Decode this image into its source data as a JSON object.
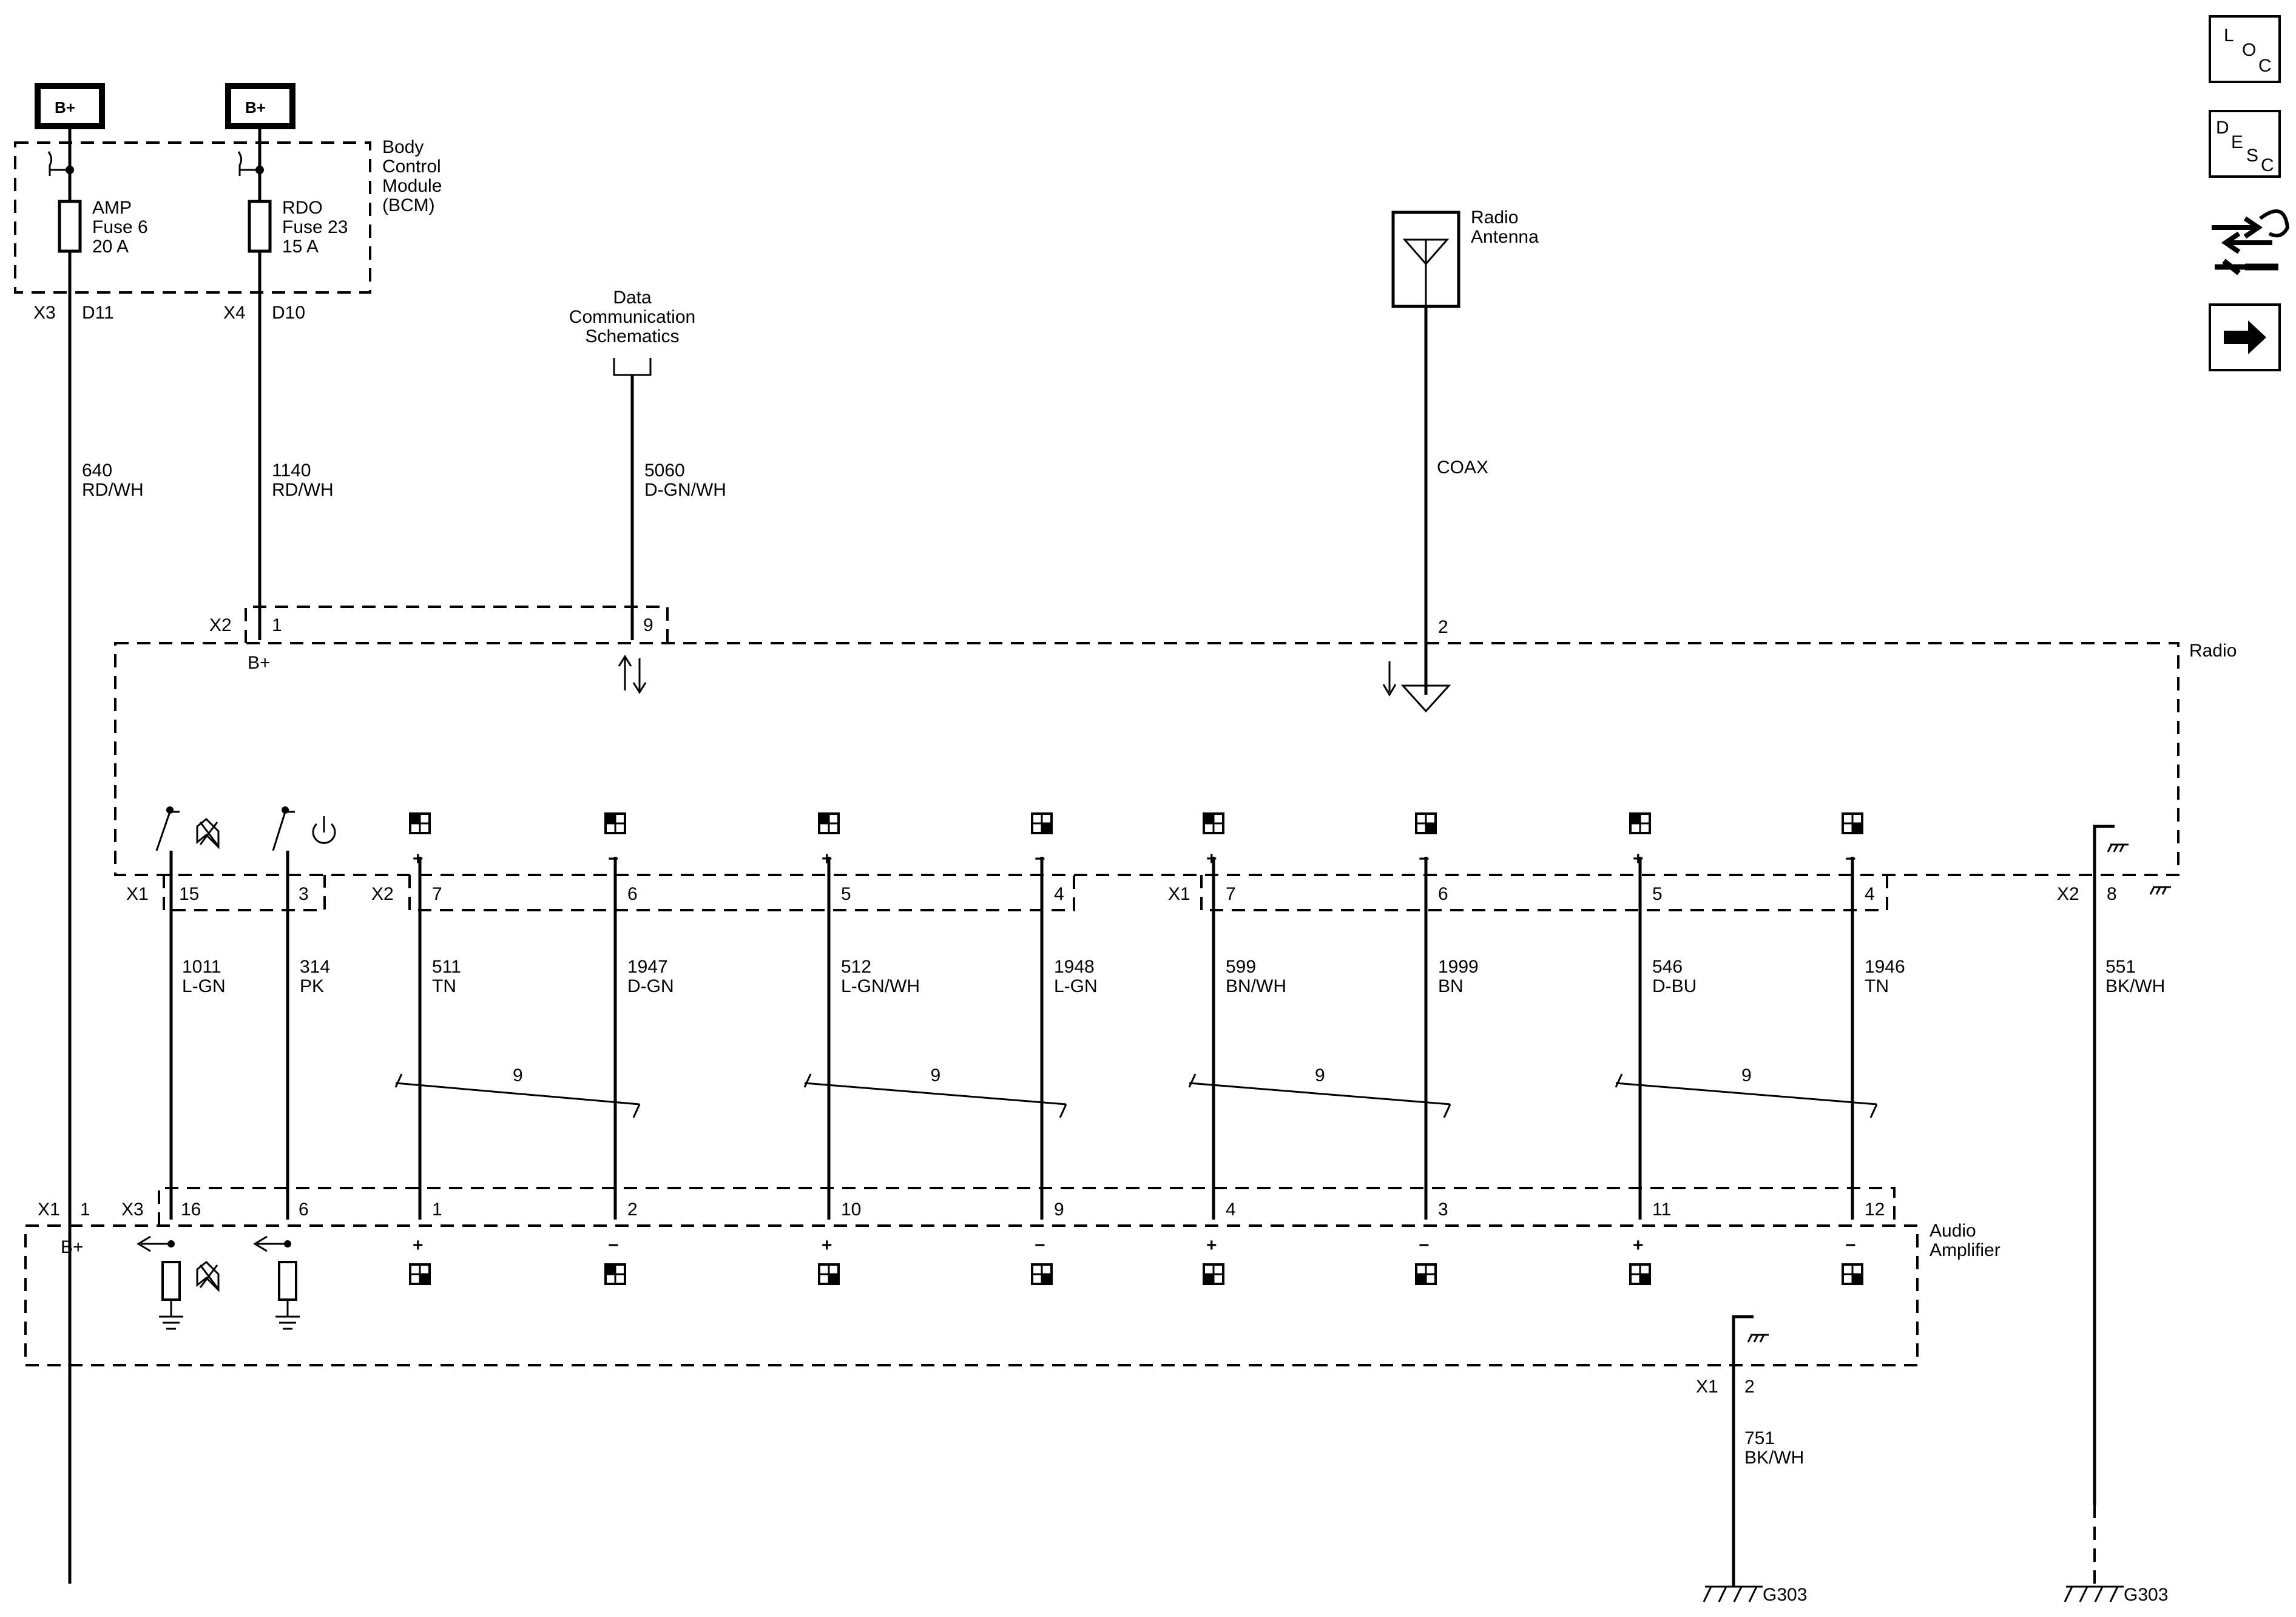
{
  "nav": {
    "loc": [
      "L",
      "O",
      "C"
    ],
    "desc": [
      "D",
      "E",
      "S",
      "C"
    ],
    "swap_icon": "exchange-arrows-icon",
    "next_icon": "right-arrow-icon"
  },
  "supply": {
    "label": "B+",
    "bcm": [
      "Body",
      "Control",
      "Module",
      "(BCM)"
    ],
    "fuse_amp": [
      "AMP",
      "Fuse 6",
      "20 A"
    ],
    "fuse_rdo": [
      "RDO",
      "Fuse 23",
      "15 A"
    ],
    "x3": "X3",
    "d11": "D11",
    "x4": "X4",
    "d10": "D10",
    "wire640": [
      "640",
      "RD/WH"
    ],
    "wire1140": [
      "1140",
      "RD/WH"
    ]
  },
  "datacomm": {
    "title": [
      "Data",
      "Communication",
      "Schematics"
    ],
    "wire": [
      "5060",
      "D-GN/WH"
    ]
  },
  "antenna": {
    "title": [
      "Radio",
      "Antenna"
    ],
    "coax": "COAX",
    "pin": "2"
  },
  "radio": {
    "title": "Radio",
    "x2": "X2",
    "pin1": "1",
    "pin9": "9",
    "bplus": "B+",
    "x1a": "X1",
    "x2a": "X2",
    "x1b": "X1",
    "x2b": "X2",
    "pin15": "15",
    "pin3": "3",
    "pin8": "8"
  },
  "channels": [
    {
      "pin_top": "7",
      "pin_bot": "1",
      "wire": "511",
      "color": "TN",
      "sign": "+"
    },
    {
      "pin_top": "6",
      "pin_bot": "2",
      "wire": "1947",
      "color": "D-GN",
      "sign": "−"
    },
    {
      "pin_top": "5",
      "pin_bot": "10",
      "wire": "512",
      "color": "L-GN/WH",
      "sign": "+"
    },
    {
      "pin_top": "4",
      "pin_bot": "9",
      "wire": "1948",
      "color": "L-GN",
      "sign": "−"
    },
    {
      "pin_top": "7",
      "pin_bot": "4",
      "wire": "599",
      "color": "BN/WH",
      "sign": "+"
    },
    {
      "pin_top": "6",
      "pin_bot": "3",
      "wire": "1999",
      "color": "BN",
      "sign": "−"
    },
    {
      "pin_top": "5",
      "pin_bot": "11",
      "wire": "546",
      "color": "D-BU",
      "sign": "+"
    },
    {
      "pin_top": "4",
      "pin_bot": "12",
      "wire": "1946",
      "color": "TN",
      "sign": "−"
    }
  ],
  "twist_label": "9",
  "signals": {
    "mute": [
      "1011",
      "L-GN"
    ],
    "power": [
      "314",
      "PK"
    ],
    "ground_radio": [
      "551",
      "BK/WH"
    ],
    "ground_amp": [
      "751",
      "BK/WH"
    ]
  },
  "amplifier": {
    "title": [
      "Audio",
      "Amplifier"
    ],
    "x1": "X1",
    "pin1": "1",
    "x3": "X3",
    "pin16": "16",
    "pin6": "6",
    "bplus": "B+",
    "gx1": "X1",
    "gpin": "2"
  },
  "grounds": {
    "g1": "G303",
    "g2": "G303"
  }
}
